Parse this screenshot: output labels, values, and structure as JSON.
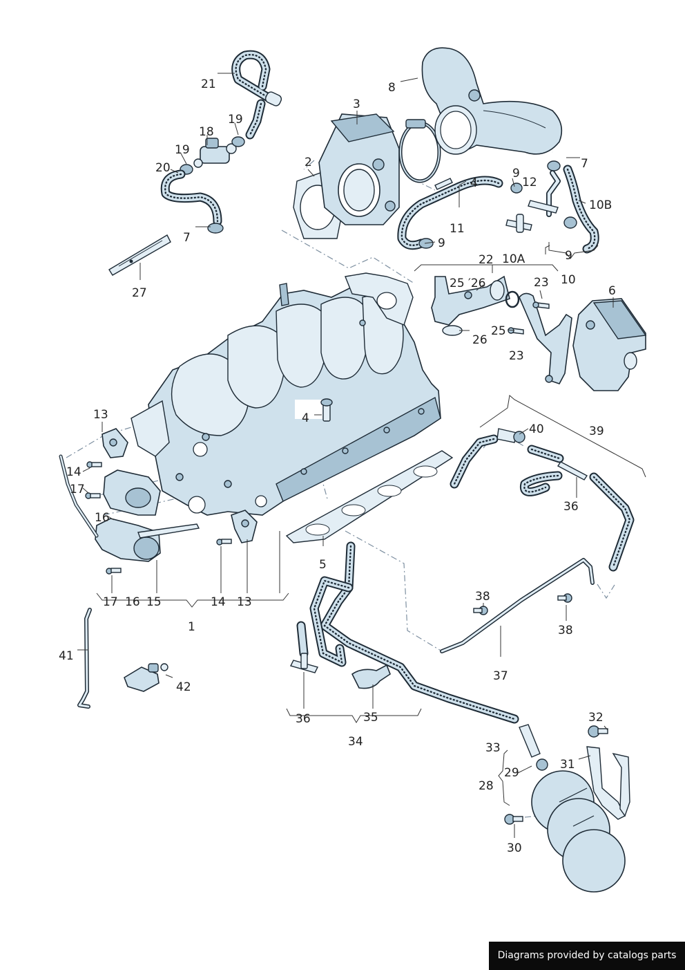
{
  "credit": "Diagrams provided by catalogs parts",
  "callouts": {
    "c1": "1",
    "c2": "2",
    "c3": "3",
    "c4": "4",
    "c5": "5",
    "c6": "6",
    "c7a": "7",
    "c7b": "7",
    "c8": "8",
    "c9a": "9",
    "c9b": "9",
    "c9c": "9",
    "c10": "10",
    "c10a": "10A",
    "c10b": "10B",
    "c11": "11",
    "c12": "12",
    "c13a": "13",
    "c13b": "13",
    "c14a": "14",
    "c14b": "14",
    "c15": "15",
    "c16a": "16",
    "c16b": "16",
    "c17a": "17",
    "c17b": "17",
    "c18": "18",
    "c19a": "19",
    "c19b": "19",
    "c20": "20",
    "c21": "21",
    "c22": "22",
    "c23a": "23",
    "c23b": "23",
    "c25a": "25",
    "c25b": "25",
    "c26a": "′26",
    "c26b": "26",
    "c27": "27",
    "c28": "28",
    "c29": "29",
    "c30": "30",
    "c31": "31",
    "c32": "32",
    "c33": "33",
    "c34": "34",
    "c35": "35",
    "c36a": "36",
    "c36b": "36",
    "c37": "37",
    "c38a": "38",
    "c38b": "38",
    "c39": "39",
    "c40": "40",
    "c41": "41",
    "c42": "42"
  }
}
